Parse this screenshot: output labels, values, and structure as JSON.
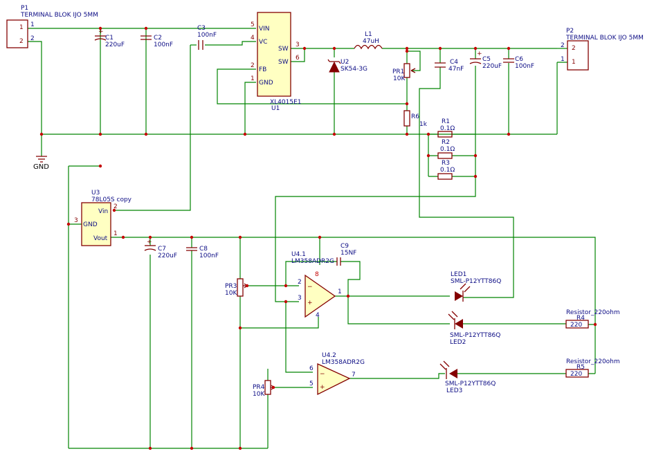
{
  "colors": {
    "wire": "#008400",
    "body": "#840000",
    "fill": "#ffffc2",
    "text": "#0b0b84",
    "junction": "#c40000"
  },
  "P1": {
    "ref": "P1",
    "value": "TERMINAL BLOK IJO 5MM",
    "pin1": "1",
    "pin2": "2",
    "pad1": "1",
    "pad2": "2"
  },
  "P2": {
    "ref": "P2",
    "value": "TERMINAL BLOK IJO 5MM",
    "pin1": "1",
    "pin2": "2",
    "pad1": "1",
    "pad2": "2"
  },
  "gnd": "GND",
  "C1": {
    "ref": "C1",
    "value": "220uF"
  },
  "C2": {
    "ref": "C2",
    "value": "100nF"
  },
  "C3": {
    "ref": "C3",
    "value": "100nF"
  },
  "C4": {
    "ref": "C4",
    "value": "47nF"
  },
  "C5": {
    "ref": "C5",
    "value": "220uF"
  },
  "C6": {
    "ref": "C6",
    "value": "100nF"
  },
  "C7": {
    "ref": "C7",
    "value": "220uF"
  },
  "C8": {
    "ref": "C8",
    "value": "100nF"
  },
  "C9": {
    "ref": "C9",
    "value": "15NF"
  },
  "U1": {
    "ref": "U1",
    "value": "XL4015E1",
    "pins": {
      "vin": "VIN",
      "vc": "VC",
      "fb": "FB",
      "gnd": "GND",
      "sw": "SW"
    },
    "nums": {
      "vin": "5",
      "vc": "4",
      "fb": "2",
      "gnd": "1",
      "sw1": "3",
      "sw2": "6"
    }
  },
  "L1": {
    "ref": "L1",
    "value": "47uH"
  },
  "U2": {
    "ref": "U2",
    "value": "SK54-3G"
  },
  "PR1": {
    "ref": "PR1",
    "value": "10K"
  },
  "R6": {
    "ref": "R6",
    "value": "1k"
  },
  "R1": {
    "ref": "R1",
    "value": "0.1Ω"
  },
  "R2": {
    "ref": "R2",
    "value": "0.1Ω"
  },
  "R3": {
    "ref": "R3",
    "value": "0.1Ω"
  },
  "U3": {
    "ref": "U3",
    "value": "78L05S copy",
    "pins": {
      "vin": "Vin",
      "gnd": "GND",
      "vout": "Vout"
    },
    "nums": {
      "vin": "2",
      "gnd": "3",
      "vout": "1"
    }
  },
  "U41": {
    "ref": "U4.1",
    "value": "LM358ADR2G",
    "n_in": "2",
    "p_in": "3",
    "out": "1",
    "vcc": "8",
    "gnd": "4",
    "minus": "−",
    "plus": "+"
  },
  "U42": {
    "ref": "U4.2",
    "value": "LM358ADR2G",
    "n_in": "6",
    "p_in": "5",
    "out": "7",
    "minus": "−",
    "plus": "+"
  },
  "PR3": {
    "ref": "PR3",
    "value": "10K"
  },
  "PR4": {
    "ref": "PR4",
    "value": "10K"
  },
  "LED1": {
    "ref": "LED1",
    "value": "SML-P12YTT86Q"
  },
  "LED2": {
    "ref": "LED2",
    "value": "SML-P12YTT86Q"
  },
  "LED3": {
    "ref": "LED3",
    "value": "SML-P12YTT86Q"
  },
  "R4": {
    "ref": "R4",
    "value": "220",
    "name": "Resistor_220ohm"
  },
  "R5": {
    "ref": "R5",
    "value": "220",
    "name": "Resistor_220ohm"
  }
}
